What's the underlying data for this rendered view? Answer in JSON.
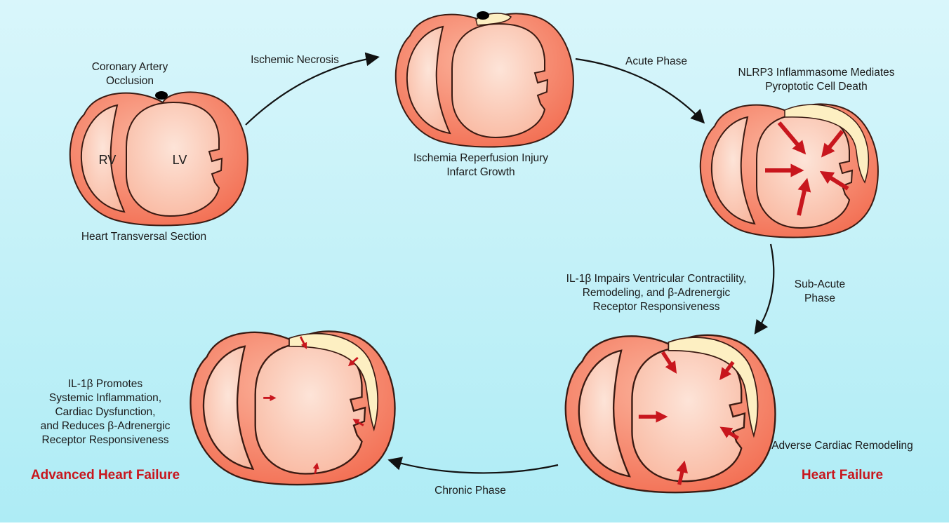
{
  "colors": {
    "background_top": "#d9f6fb",
    "background_bottom": "#aeecf5",
    "myocardium_outer": "#f26b4f",
    "myocardium_inner": "#fbb39c",
    "cavity": "#fcd6c6",
    "outline": "#3a1a12",
    "infarct": "#fdefc2",
    "arrow_red": "#c8161d",
    "label_red": "#c8161d"
  },
  "hearts": [
    {
      "stage": "Heart Transversal Section",
      "occlusion": true,
      "infarct": "none",
      "inward_arrows": "none"
    },
    {
      "stage": "Ischemia Reperfusion Injury",
      "occlusion": true,
      "infarct": "small",
      "inward_arrows": "none"
    },
    {
      "stage": "Acute Phase",
      "occlusion": false,
      "infarct": "large",
      "inward_arrows": "large"
    },
    {
      "stage": "Heart Failure",
      "occlusion": false,
      "infarct": "large",
      "inward_arrows": "medium"
    },
    {
      "stage": "Advanced Heart Failure",
      "occlusion": false,
      "infarct": "large",
      "inward_arrows": "small"
    }
  ],
  "labels": {
    "occlusion": [
      "Coronary Artery",
      "Occlusion"
    ],
    "rv": "RV",
    "lv": "LV",
    "section": "Heart Transversal Section",
    "ischemic_necrosis": "Ischemic Necrosis",
    "reperfusion": [
      "Ischemia Reperfusion Injury",
      "Infarct Growth"
    ],
    "acute_phase": "Acute Phase",
    "nlrp3": [
      "NLRP3 Inflammasome Mediates",
      "Pyroptotic Cell Death"
    ],
    "subacute": [
      "Sub-Acute",
      "Phase"
    ],
    "il1_impairs": [
      "IL-1β Impairs Ventricular Contractility,",
      "Remodeling, and β-Adrenergic",
      "Receptor Responsiveness"
    ],
    "adverse": "Adverse Cardiac Remodeling",
    "heart_failure": "Heart Failure",
    "chronic_phase": "Chronic Phase",
    "il1_promotes": [
      "IL-1β Promotes",
      "Systemic Inflammation,",
      "Cardiac Dysfunction,",
      "and Reduces β-Adrenergic",
      "Receptor Responsiveness"
    ],
    "advanced": "Advanced Heart Failure"
  }
}
